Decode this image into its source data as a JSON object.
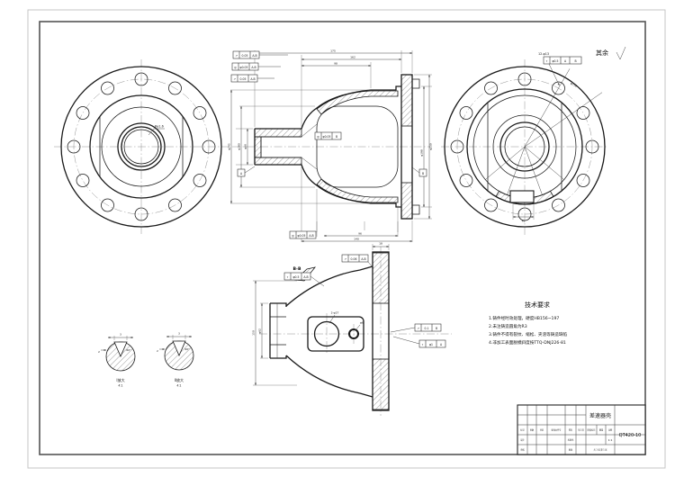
{
  "callouts": {
    "surface_note": "其余",
    "bolt_holes": "12-φ13",
    "section_label": "B-B",
    "detail1_name": "Ⅰ放大",
    "detail2_name": "Ⅱ放大",
    "detail_scale": "4:1",
    "datum_a": "A",
    "datum_b": "B"
  },
  "dims": {
    "sec_left_1": "φ245",
    "sec_left_2": "φ190",
    "sec_left_3": "φ86",
    "sec_right_1": "φ230",
    "sec_right_2": "φ198",
    "sec_top_1": "175",
    "sec_top_2": "162",
    "sec_top_3": "98",
    "sec_bot_1": "96",
    "sec_bot_2": "140",
    "bv_left_1": "150",
    "bv_left_2": "φ62",
    "bv_win": "2-φ27",
    "bv_hole": "φ6",
    "bv_plate": "18",
    "rv_bc": "φ216",
    "rv_notch": "46",
    "lv_rough": "Ra1.6",
    "det1_w": "3",
    "det1_h": "2",
    "det1_ang": "60°",
    "det2_w": "3",
    "det2_h": "2",
    "det2_ang": "60°"
  },
  "gdt_frames": [
    {
      "sym": "↗",
      "val": "0.05",
      "dat": "A-B"
    },
    {
      "sym": "◎",
      "val": "φ0.05",
      "dat": "A-B"
    },
    {
      "sym": "↗",
      "val": "0.05",
      "dat": "A-B"
    },
    {
      "sym": "◎",
      "val": "φ0.05",
      "dat": "B"
    },
    {
      "sym": "◎",
      "val": "φ0.05",
      "dat": "A-B"
    },
    {
      "sym": "⌖",
      "val": "φ0.5",
      "dat": "A",
      "dat2": "B"
    },
    {
      "sym": "↗",
      "val": "0.06",
      "dat": "A-B"
    },
    {
      "sym": "⌖",
      "val": "φ0.5",
      "dat": "A-B"
    },
    {
      "sym": "↗",
      "val": "0.1",
      "dat": "B"
    },
    {
      "sym": "⌖",
      "val": "φ1",
      "dat": "A"
    }
  ],
  "tech_requirements": {
    "title": "技术要求",
    "items": [
      "1.铸件经时效处理，硬度HB156~197",
      "2.未注铸造圆角为R3",
      "3.铸件不得有裂纹、缩松、夹渣等铸造缺陷",
      "4.非加工表面脱模斜度按TTQ-DNJ226-81"
    ]
  },
  "title_block": {
    "part_name": "差速器壳",
    "material": "QT420-10",
    "stage_label": "阶段标记",
    "weight_label": "重量",
    "scale_label": "比例",
    "scale_value": "1:1",
    "sheet_note": "共 1 张 第 1 张",
    "cols": [
      "标记",
      "处数",
      "分区",
      "更改文件号",
      "签名",
      "年月日"
    ],
    "rows": [
      "设计",
      "标准化",
      "审核",
      "批准"
    ]
  }
}
